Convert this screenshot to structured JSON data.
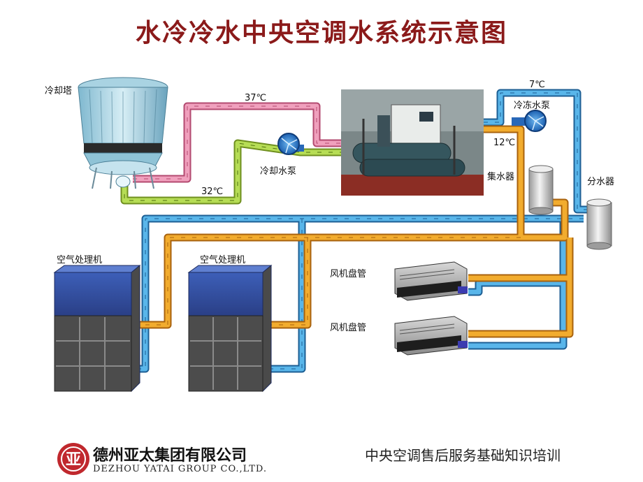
{
  "title": "水冷冷水中央空调水系统示意图",
  "labels": {
    "cooling_tower": "冷却塔",
    "cooling_pump": "冷却水泵",
    "chilled_pump": "冷冻水泵",
    "collector": "集水器",
    "distributor": "分水器",
    "ahu_1": "空气处理机",
    "ahu_2": "空气处理机",
    "fcu_1": "风机盘管",
    "fcu_2": "风机盘管"
  },
  "temperatures": {
    "cooling_supply": "37℃",
    "cooling_return": "32℃",
    "chilled_supply": "7℃",
    "chilled_return": "12℃"
  },
  "footer": {
    "logo_glyph": "亚",
    "company": "德州亚太集团有限公司",
    "company_en": "DEZHOU YATAI GROUP CO.,LTD.",
    "course": "中央空调售后服务基础知识培训"
  },
  "colors": {
    "title": "#8b1a1a",
    "pipe_hot_cooling": "#e87aa0",
    "pipe_cool_cooling": "#9acd32",
    "pipe_chilled_supply": "#3a9ad9",
    "pipe_chilled_return": "#f0a020",
    "logo": "#c0282d"
  }
}
